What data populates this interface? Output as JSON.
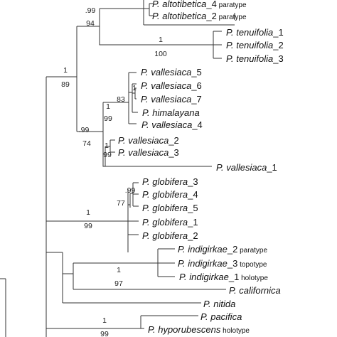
{
  "taxa": [
    {
      "genus": "P.",
      "epithet": "altotibetica",
      "suffix": "_4",
      "note": "paratype"
    },
    {
      "genus": "P.",
      "epithet": "altotibetica",
      "suffix": "_2",
      "note": "paratype"
    },
    {
      "genus": "P.",
      "epithet": "tenuifolia",
      "suffix": "_1",
      "note": ""
    },
    {
      "genus": "P.",
      "epithet": "tenuifolia",
      "suffix": "_2",
      "note": ""
    },
    {
      "genus": "P.",
      "epithet": "tenuifolia",
      "suffix": "_3",
      "note": ""
    },
    {
      "genus": "P.",
      "epithet": "vallesiaca",
      "suffix": "_5",
      "note": ""
    },
    {
      "genus": "P.",
      "epithet": "vallesiaca",
      "suffix": "_6",
      "note": ""
    },
    {
      "genus": "P.",
      "epithet": "vallesiaca",
      "suffix": "_7",
      "note": ""
    },
    {
      "genus": "P.",
      "epithet": "himalayana",
      "suffix": "",
      "note": ""
    },
    {
      "genus": "P.",
      "epithet": "vallesiaca",
      "suffix": "_4",
      "note": ""
    },
    {
      "genus": "P.",
      "epithet": "vallesiaca",
      "suffix": "_2",
      "note": ""
    },
    {
      "genus": "P.",
      "epithet": "vallesiaca",
      "suffix": "_3",
      "note": ""
    },
    {
      "genus": "P.",
      "epithet": "vallesiaca",
      "suffix": "_1",
      "note": ""
    },
    {
      "genus": "P.",
      "epithet": "globifera",
      "suffix": "_3",
      "note": ""
    },
    {
      "genus": "P.",
      "epithet": "globifera",
      "suffix": "_4",
      "note": ""
    },
    {
      "genus": "P.",
      "epithet": "globifera",
      "suffix": "_5",
      "note": ""
    },
    {
      "genus": "P.",
      "epithet": "globifera",
      "suffix": "_1",
      "note": ""
    },
    {
      "genus": "P.",
      "epithet": "globifera",
      "suffix": "_2",
      "note": ""
    },
    {
      "genus": "P.",
      "epithet": "indigirkae",
      "suffix": "_2",
      "note": "paratype"
    },
    {
      "genus": "P.",
      "epithet": "indigirkae",
      "suffix": "_3",
      "note": "topotype"
    },
    {
      "genus": "P.",
      "epithet": "indigirkae",
      "suffix": "_1",
      "note": "holotype"
    },
    {
      "genus": "P.",
      "epithet": "californica",
      "suffix": "",
      "note": ""
    },
    {
      "genus": "P.",
      "epithet": "nitida",
      "suffix": "",
      "note": ""
    },
    {
      "genus": "P.",
      "epithet": "pacifica",
      "suffix": "",
      "note": ""
    },
    {
      "genus": "P.",
      "epithet": "hyporubescens",
      "suffix": "",
      "note": "holotype"
    }
  ],
  "supports": [
    {
      "id": "s1",
      "text": ".99"
    },
    {
      "id": "s2",
      "text": "94"
    },
    {
      "id": "s3",
      "text": "1"
    },
    {
      "id": "s4",
      "text": "100"
    },
    {
      "id": "s5",
      "text": "1"
    },
    {
      "id": "s6",
      "text": "89"
    },
    {
      "id": "s7",
      "text": "1"
    },
    {
      "id": "s8",
      "text": "83"
    },
    {
      "id": "s9",
      "text": "1"
    },
    {
      "id": "s10",
      "text": "99"
    },
    {
      "id": "s11",
      "text": ".99"
    },
    {
      "id": "s12",
      "text": "74"
    },
    {
      "id": "s13",
      "text": "1"
    },
    {
      "id": "s14",
      "text": "99"
    },
    {
      "id": "s15",
      "text": ".99"
    },
    {
      "id": "s16",
      "text": "77"
    },
    {
      "id": "s17",
      "text": "1"
    },
    {
      "id": "s18",
      "text": "99"
    },
    {
      "id": "s19",
      "text": "1"
    },
    {
      "id": "s20",
      "text": "97"
    },
    {
      "id": "s21",
      "text": "1"
    },
    {
      "id": "s22",
      "text": "99"
    }
  ]
}
